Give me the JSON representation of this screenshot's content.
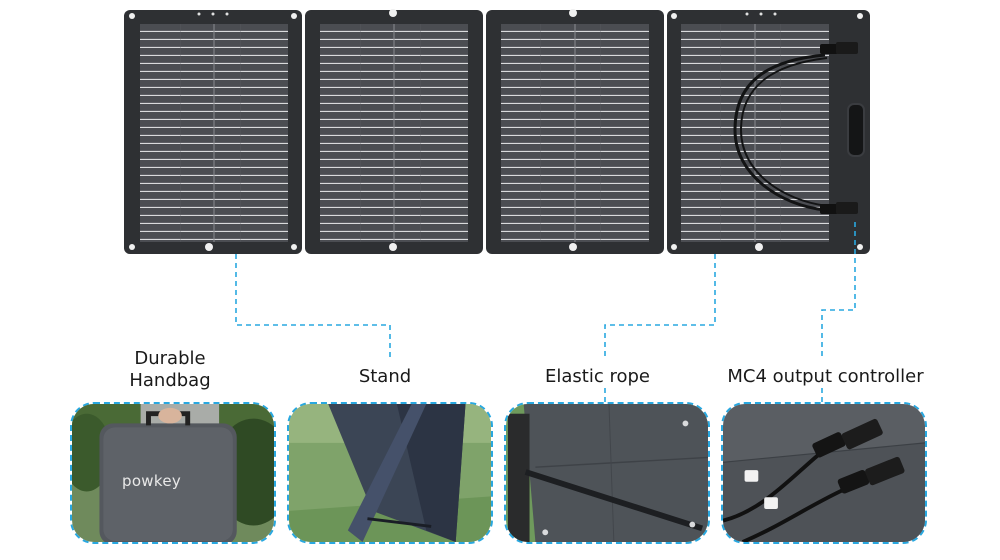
{
  "captions": {
    "handbag_line1": "Durable",
    "handbag_line2": "Handbag",
    "stand": "Stand",
    "elastic_rope": "Elastic rope",
    "mc4": "MC4 output controller"
  },
  "handbag_brand": "powkey",
  "colors": {
    "panel_frame": "#2f3134",
    "cell_area": "#4a4c50",
    "connector_line": "#29a8e0",
    "caption_text": "#1a1a1a"
  },
  "icons": [
    "solar-panel-image",
    "handbag-photo",
    "stand-photo",
    "elastic-rope-photo",
    "mc4-connector-photo"
  ]
}
